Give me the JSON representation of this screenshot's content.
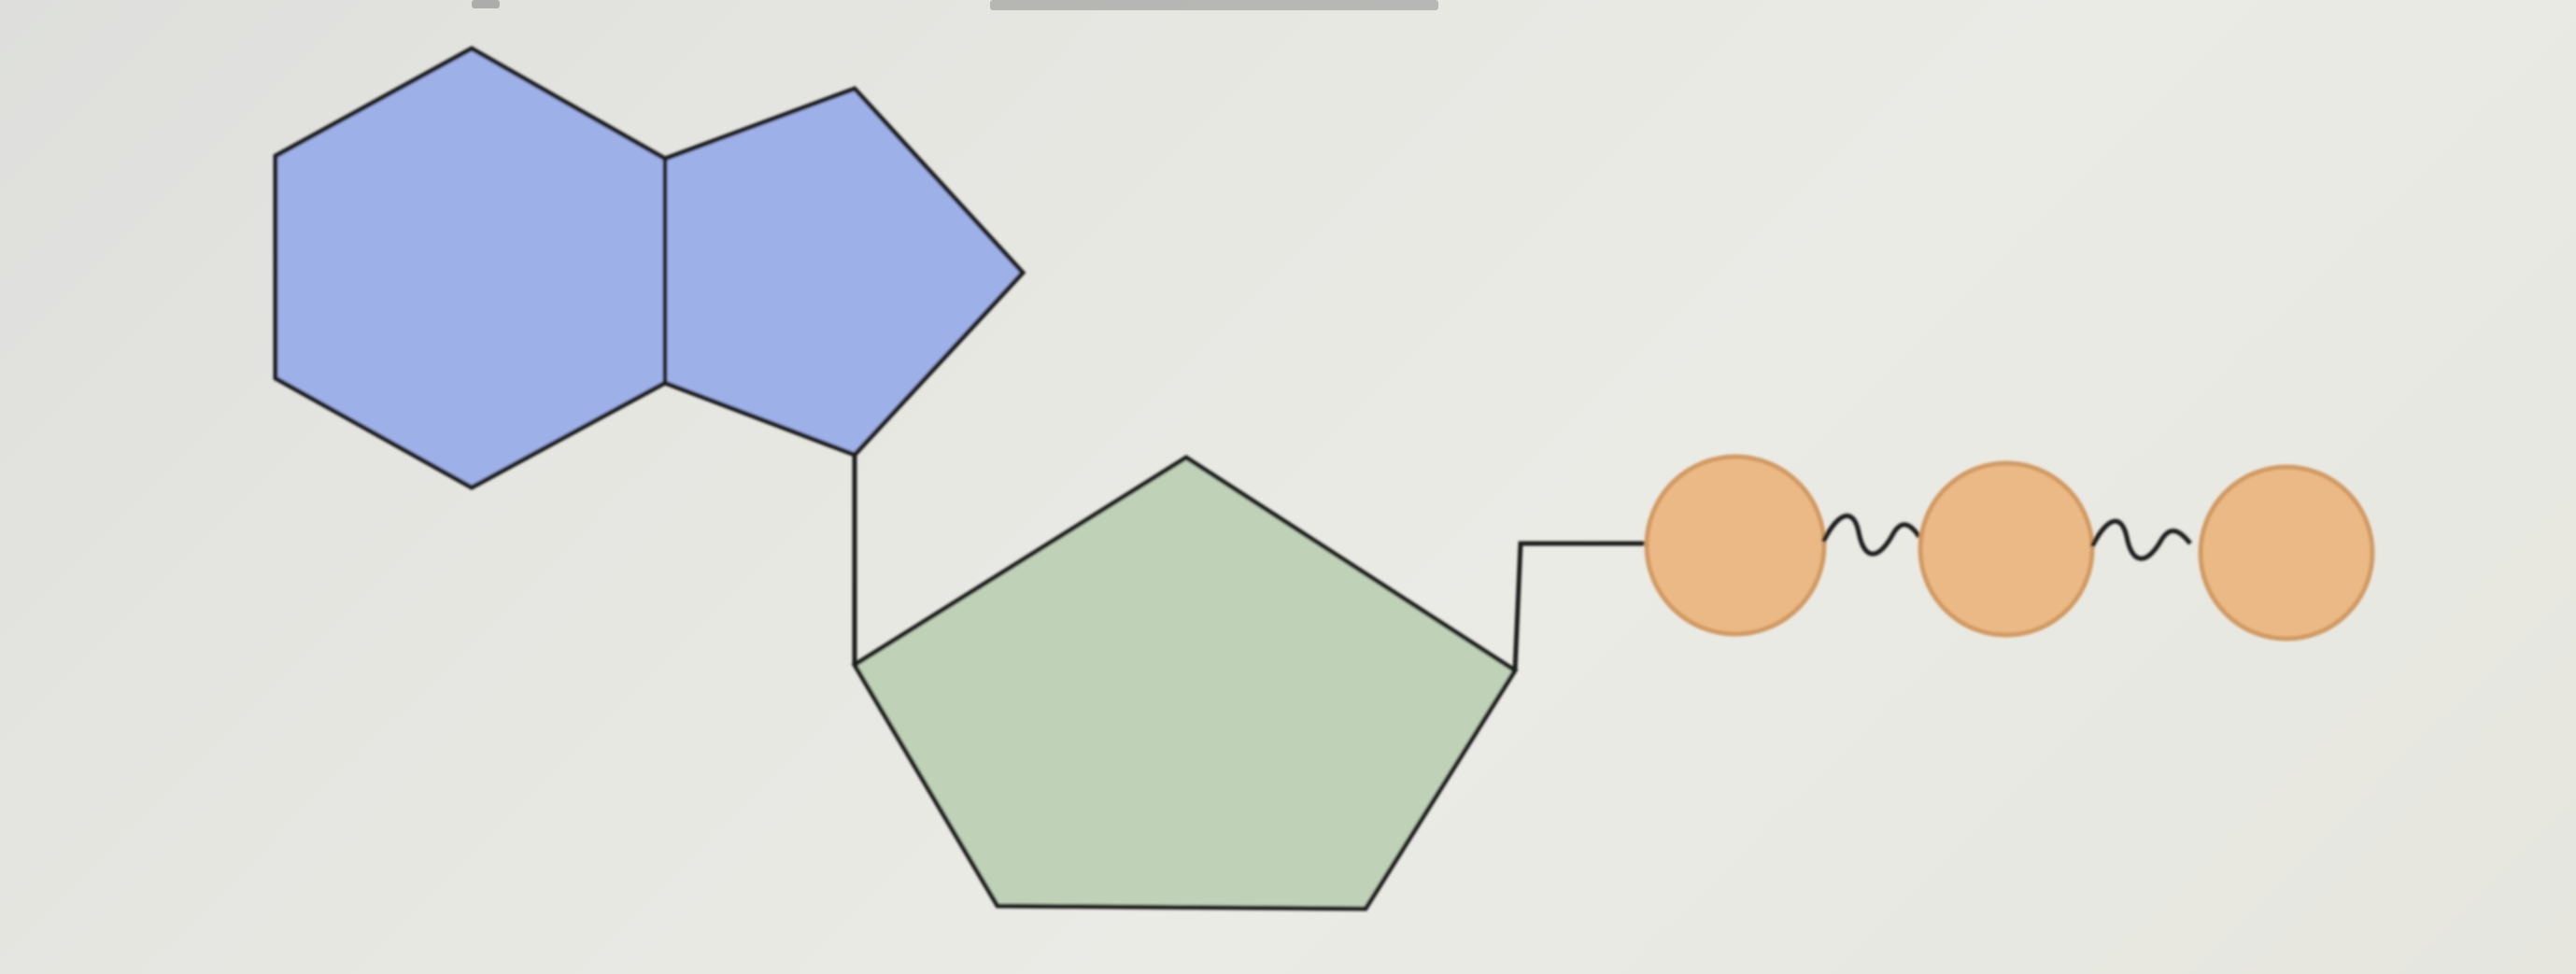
{
  "diagram": {
    "kind": "nucleotide-structure-model",
    "components": [
      {
        "name": "nitrogenous-base",
        "shape": "fused hexagon-pentagon ring",
        "color": "#9eb0e8"
      },
      {
        "name": "pentose-sugar",
        "shape": "pentagon",
        "color": "#bfd2b8"
      },
      {
        "name": "phosphate-groups",
        "shape": "circle",
        "count": 3,
        "color": "#ebb985"
      }
    ],
    "stroke_color": "#1f1f1f"
  }
}
